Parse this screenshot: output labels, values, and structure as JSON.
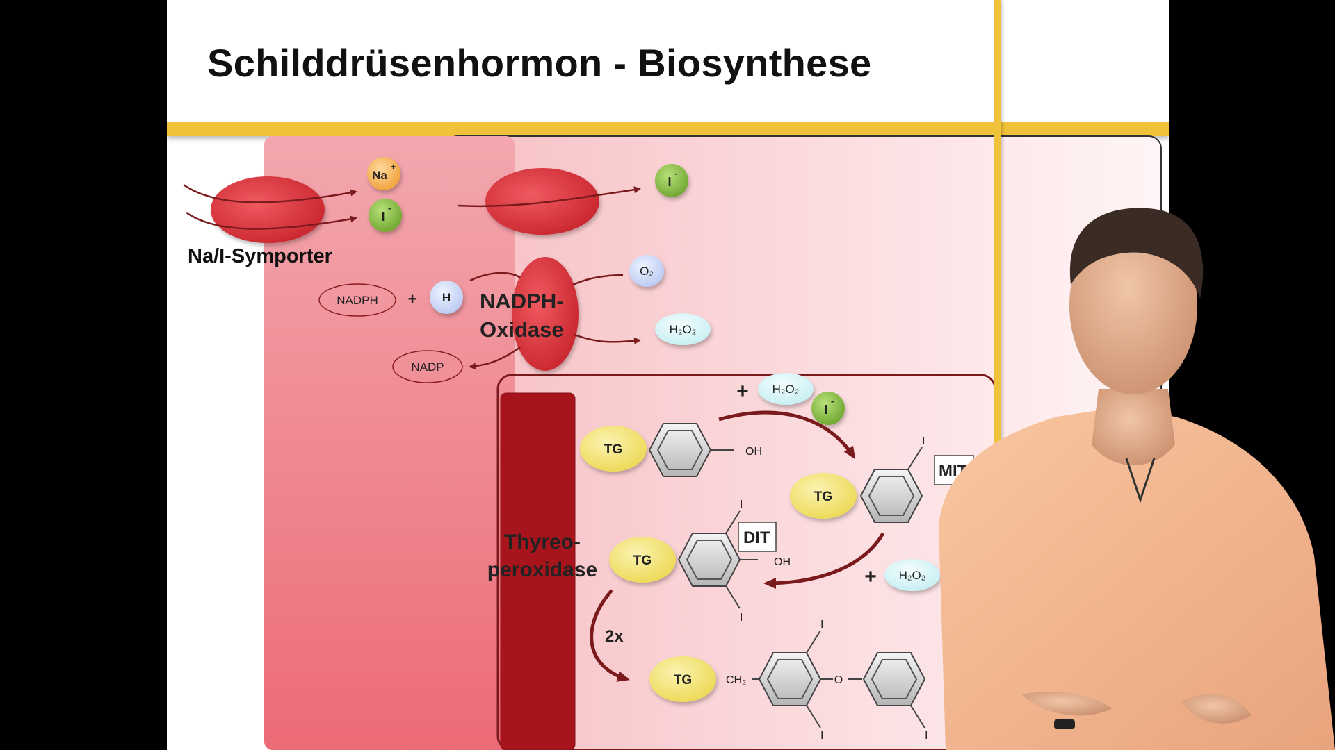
{
  "slide": {
    "title": "Schilddrüsenhormon - Biosynthese"
  },
  "diagram": {
    "symporter_label": "Na/I-Symporter",
    "ions": {
      "na": "Na",
      "na_charge": "+",
      "iodide": "I",
      "iodide_charge": "-",
      "o2": "O₂",
      "h2o2": "H₂O₂",
      "h": "H"
    },
    "nadph": "NADPH",
    "plus": "+",
    "nadp": "NADP",
    "oxidase_line1": "NADPH-",
    "oxidase_line2": "Oxidase",
    "peroxidase_line1": "Thyreo-",
    "peroxidase_line2": "peroxidase",
    "tg": "TG",
    "oh": "OH",
    "i": "I",
    "mit": "MIT",
    "dit": "DIT",
    "twox": "2x",
    "ch2": "CH₂",
    "o": "O"
  },
  "colors": {
    "accent_yellow": "#efc23a",
    "membrane_red": "#e8616c",
    "dark_red": "#8c1d1f",
    "tg_yellow": "#f3e272"
  }
}
